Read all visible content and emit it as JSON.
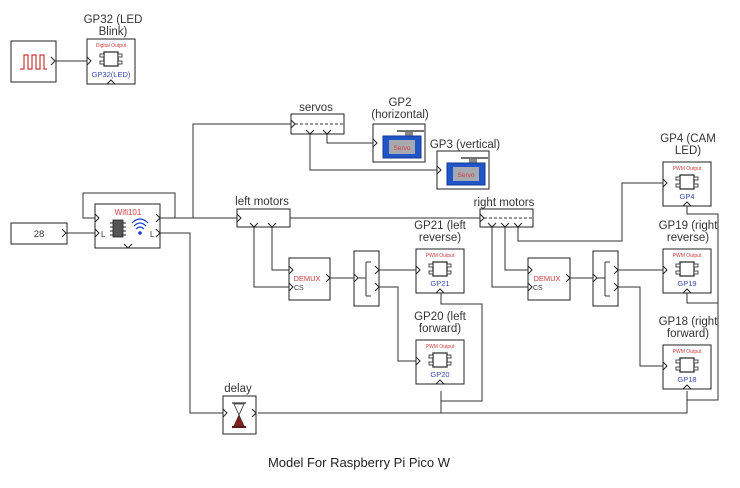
{
  "caption": "Model For Raspberry Pi Pico W",
  "colors": {
    "block_border": "#222222",
    "wire": "#333333",
    "pwm_label": "#d04040",
    "pin_label": "#3a4aa8",
    "servo_blue": "#1f55c8",
    "servo_gray": "#a8a8b0",
    "hourglass": "#8a1c1c"
  },
  "blocks": {
    "pulse_generator": {
      "icon": "square-wave-icon"
    },
    "gp32": {
      "title_line1": "GP32 (LED",
      "title_line2": "Blink)",
      "type_label": "Digital Output",
      "pin_label": "GP32(LED)"
    },
    "constant": {
      "value": "28"
    },
    "wifi": {
      "title": "Wifi101",
      "in_port_label": "L",
      "out_port_label": "L"
    },
    "servos_bus": {
      "title": "servos"
    },
    "gp2": {
      "title_line1": "GP2",
      "title_line2": "(horizontal)",
      "inner_label": "Servo"
    },
    "gp3": {
      "title": "GP3 (vertical)",
      "inner_label": "Servo"
    },
    "left_motors_bus": {
      "title": "left motors"
    },
    "right_motors_bus": {
      "title": "right motors"
    },
    "demux_left": {
      "title": "DEMUX",
      "cs_label": "CS"
    },
    "demux_right": {
      "title": "DEMUX",
      "cs_label": "CS"
    },
    "gp21": {
      "title_line1": "GP21 (left",
      "title_line2": "reverse)",
      "type_label": "PWM Output",
      "pin_label": "GP21"
    },
    "gp20": {
      "title_line1": "GP20 (left",
      "title_line2": "forward)",
      "type_label": "PWM Output",
      "pin_label": "GP20"
    },
    "gp4": {
      "title_line1": "GP4 (CAM",
      "title_line2": "LED)",
      "type_label": "PWM Output",
      "pin_label": "GP4"
    },
    "gp19": {
      "title_line1": "GP19 (right",
      "title_line2": "reverse)",
      "type_label": "PWM Output",
      "pin_label": "GP19"
    },
    "gp18": {
      "title_line1": "GP18 (right",
      "title_line2": "forward)",
      "type_label": "PWM Output",
      "pin_label": "GP18"
    },
    "delay": {
      "title": "delay",
      "icon": "hourglass-icon"
    }
  }
}
